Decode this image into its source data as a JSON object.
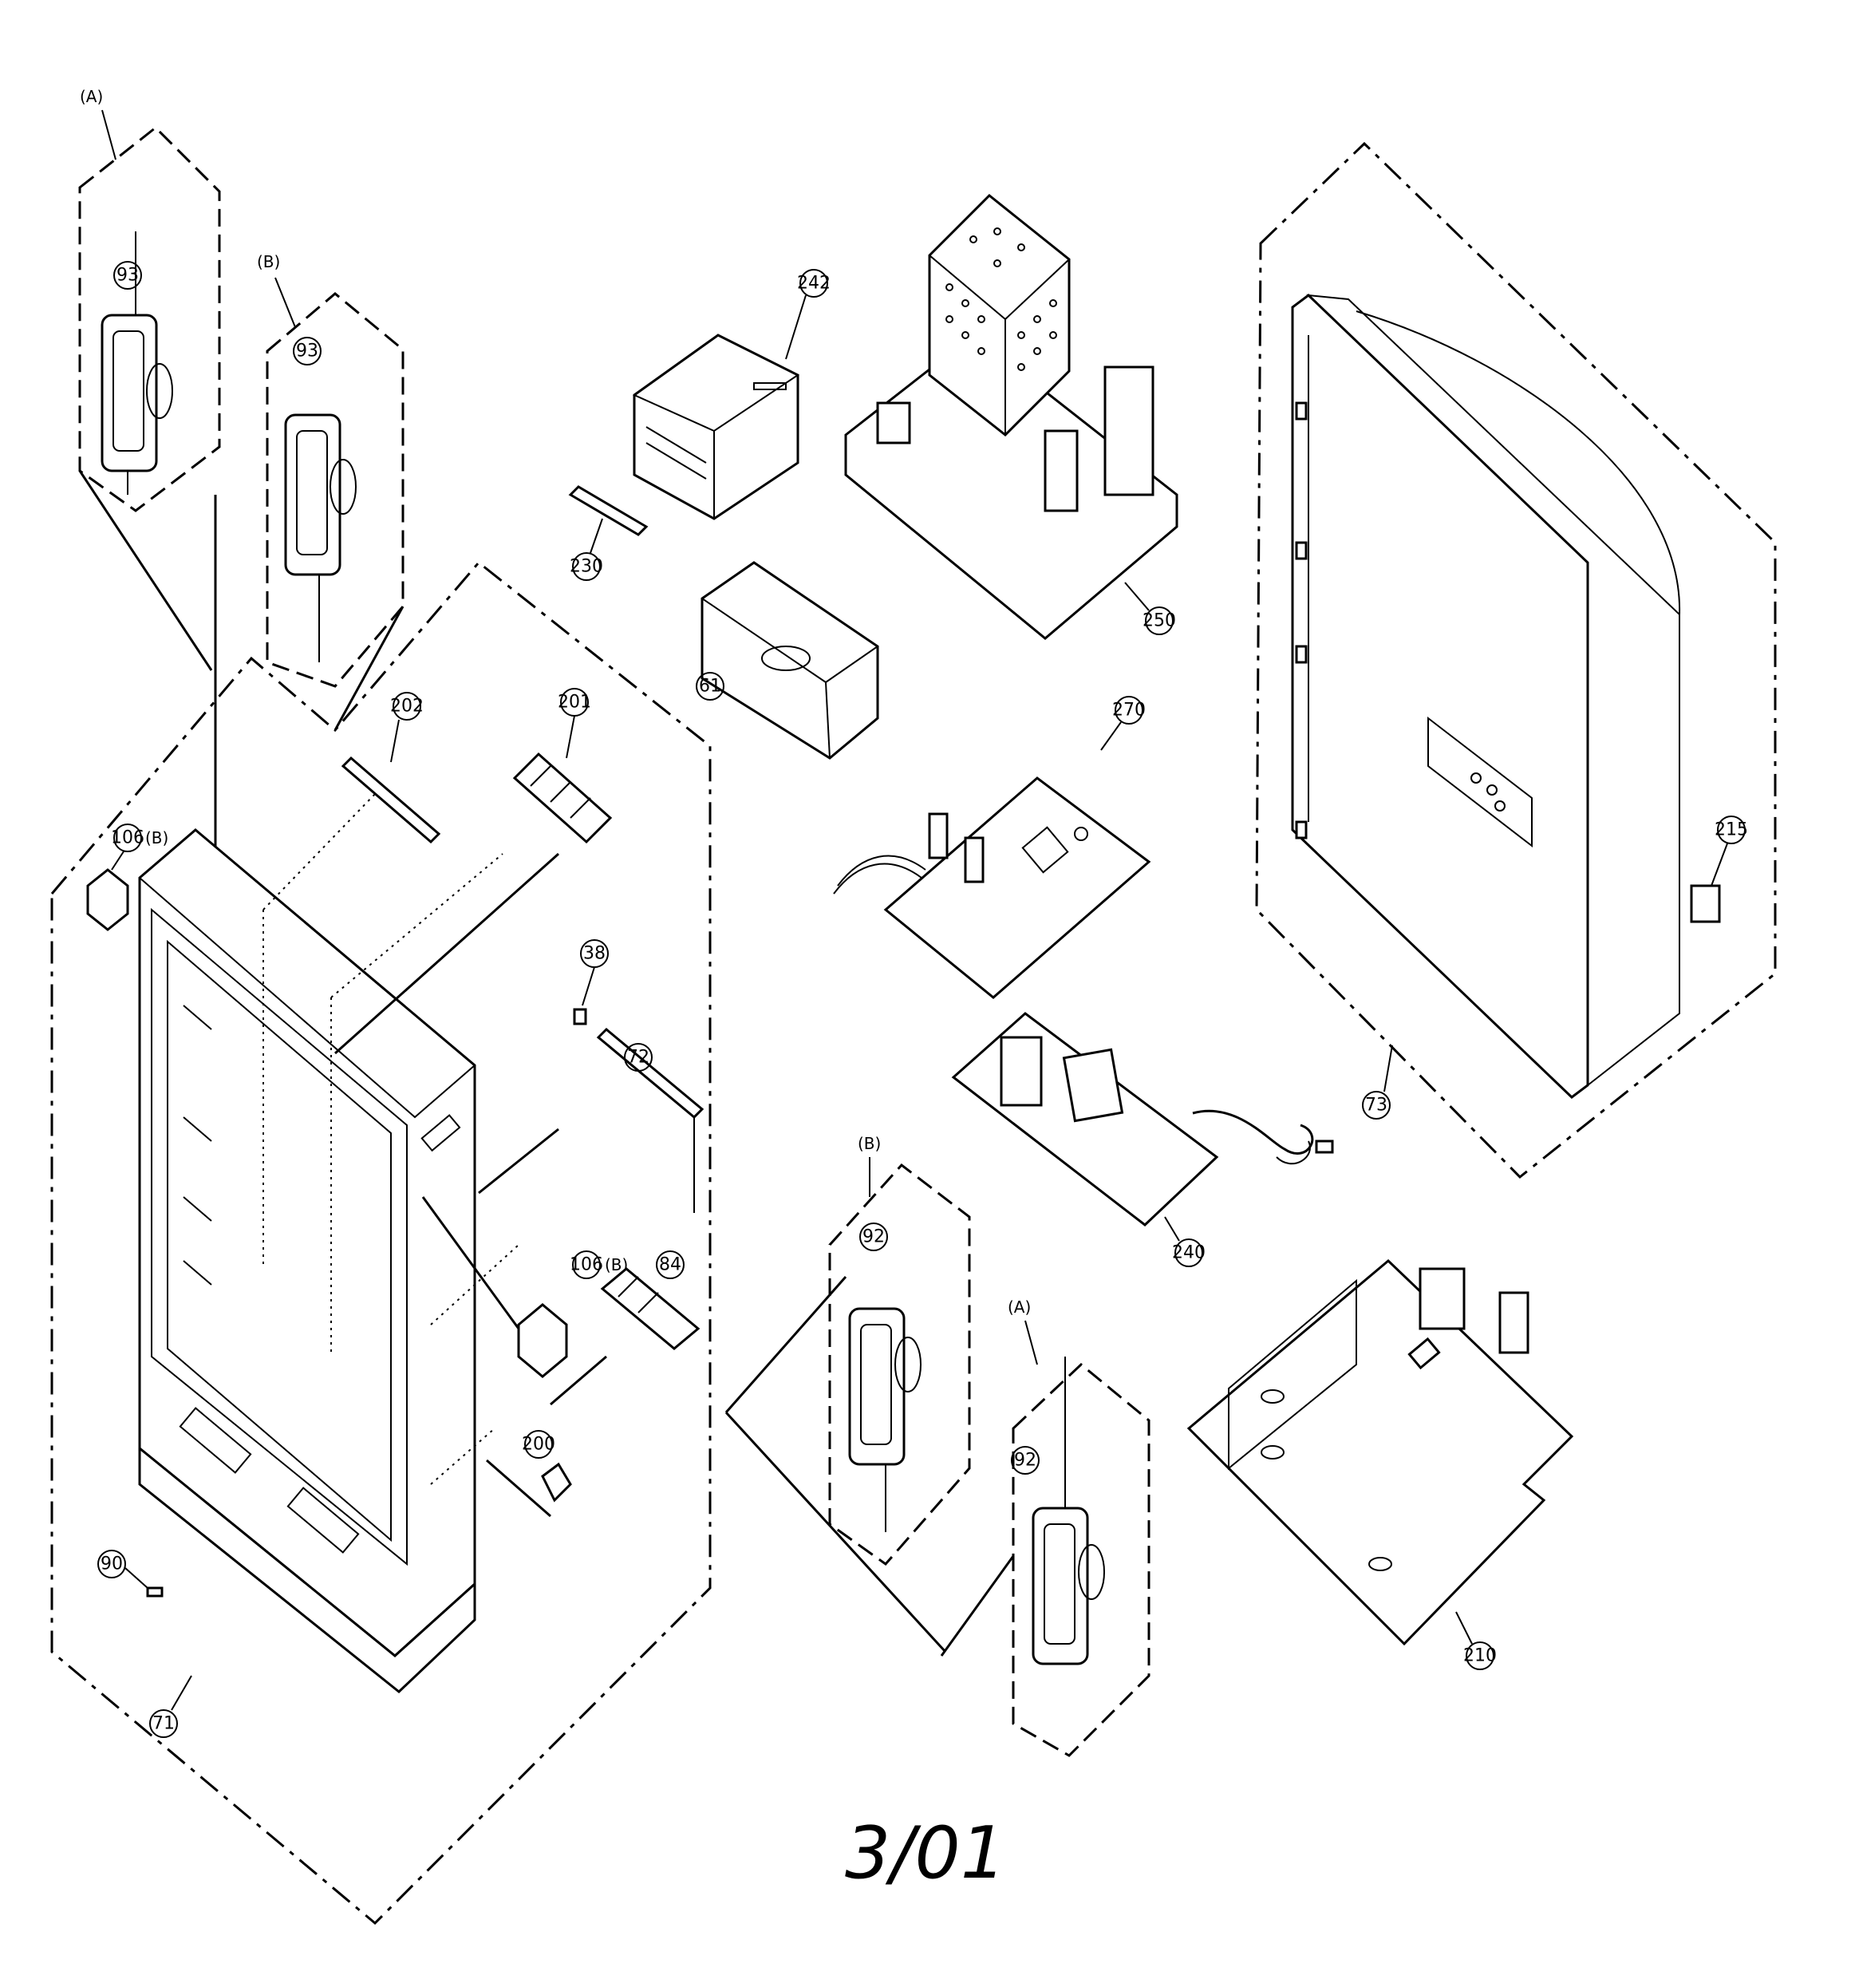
{
  "footer_date": "3/01",
  "part_numbers": {
    "p93a": "93",
    "p93b": "93",
    "p242": "242",
    "p230": "230",
    "p61": "61",
    "p250": "250",
    "p270": "270",
    "p73": "73",
    "p215": "215",
    "p202": "202",
    "p201": "201",
    "p106a": "106",
    "p106b": "106",
    "p38": "38",
    "p72": "72",
    "p84": "84",
    "p200": "200",
    "p90": "90",
    "p71": "71",
    "p92a": "92",
    "p92b": "92",
    "p240": "240",
    "p210": "210"
  },
  "group_labels": {
    "ga1": "(A)",
    "gb1": "(B)",
    "gb_106a": "(B)",
    "gb_106b": "(B)",
    "gb2": "(B)",
    "ga2": "(A)"
  }
}
